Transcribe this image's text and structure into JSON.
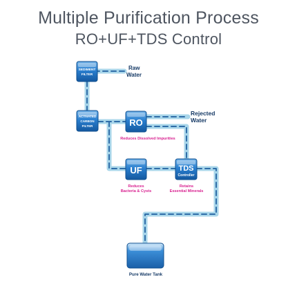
{
  "header": {
    "title": "Multiple Purification Process",
    "subtitle": "RO+UF+TDS Control"
  },
  "nodes": {
    "sediment": {
      "label_line1": "SEDIMENT",
      "label_line2": "FILTER"
    },
    "carbon": {
      "label_line1": "ACTIVATED",
      "label_line2": "CARBON",
      "label_line3": "FILTER"
    },
    "ro": {
      "label": "RO",
      "caption": "Reduces Dissolved Impurities"
    },
    "uf": {
      "label": "UF",
      "caption_line1": "Reduces",
      "caption_line2": "Bacteria & Cysts"
    },
    "tds": {
      "label": "TDS",
      "sublabel": "Controller",
      "caption_line1": "Retains",
      "caption_line2": "Essential Minerals"
    },
    "tank": {
      "caption": "Pure Water Tank"
    }
  },
  "labels": {
    "raw_water_1": "Raw",
    "raw_water_2": "Water",
    "rejected_water_1": "Rejected",
    "rejected_water_2": "Water"
  },
  "colors": {
    "title": "#4e5560",
    "pipe": "#a9d6ea",
    "pipe_dash": "#2f6da8",
    "module": "#1f74c4",
    "caption": "#d81f8f",
    "label": "#163a66"
  }
}
